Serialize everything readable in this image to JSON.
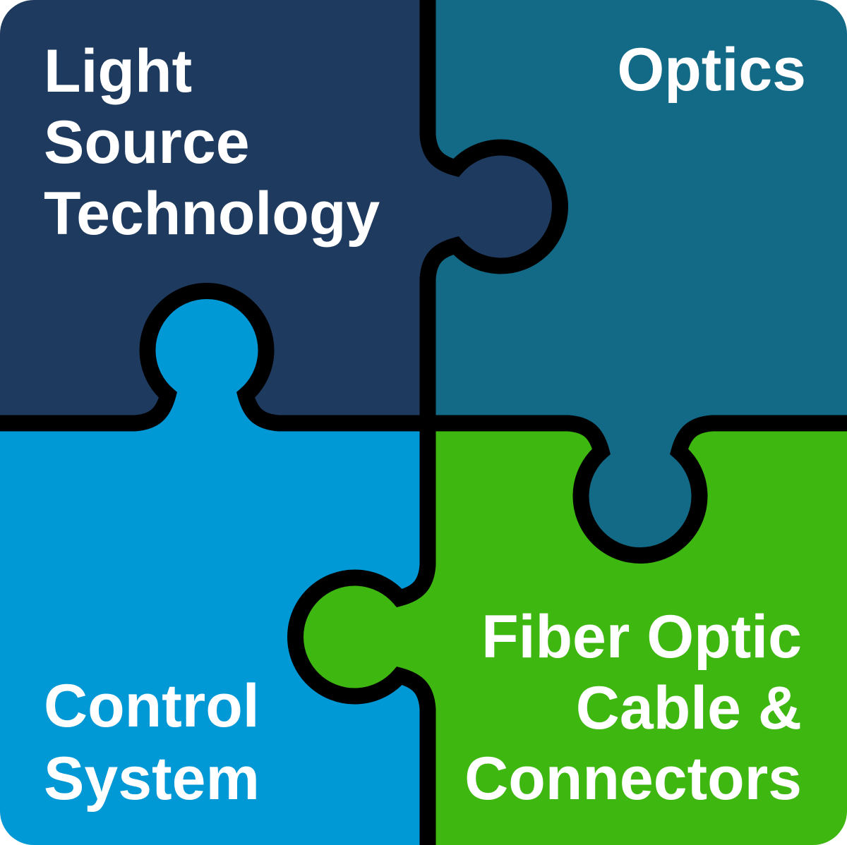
{
  "diagram": {
    "type": "jigsaw-puzzle-infographic",
    "outline_color": "#000000",
    "text_color": "#FFFFFF",
    "pieces": [
      {
        "id": "light-source-technology",
        "position": "top-left",
        "label": "Light Source Technology",
        "lines": {
          "l1": "Light",
          "l2": "Source",
          "l3": "Technology"
        },
        "color": "#1E3A5E",
        "tab": "right"
      },
      {
        "id": "optics",
        "position": "top-right",
        "label": "Optics",
        "lines": {
          "l1": "Optics"
        },
        "color": "#136A87",
        "tab": "bottom"
      },
      {
        "id": "control-system",
        "position": "bottom-left",
        "label": "Control System",
        "lines": {
          "l1": "Control",
          "l2": "System"
        },
        "color": "#0198D6",
        "tab": "top"
      },
      {
        "id": "fiber-optic-cable-connectors",
        "position": "bottom-right",
        "label": "Fiber Optic Cable & Connectors",
        "lines": {
          "l1": "Fiber Optic",
          "l2": "Cable &",
          "l3": "Connectors"
        },
        "color": "#3EB711",
        "tab": "left"
      }
    ]
  }
}
